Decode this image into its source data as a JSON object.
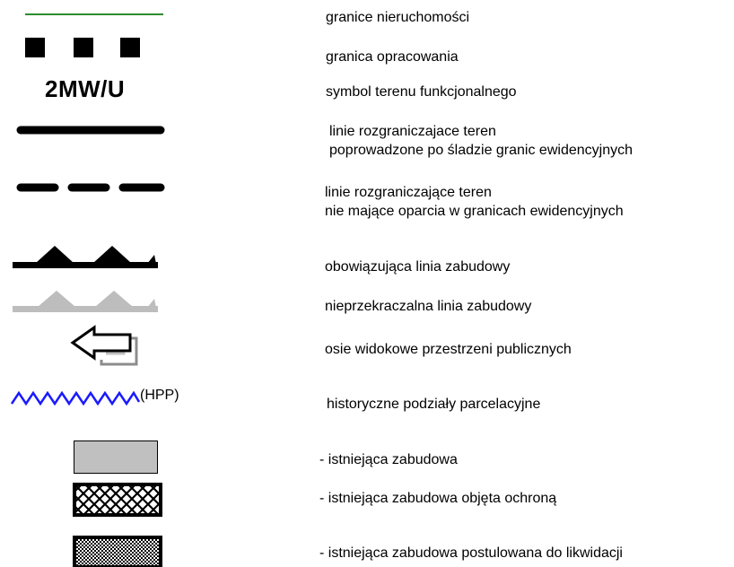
{
  "legend": {
    "items": [
      {
        "id": "property-boundary",
        "lines": [
          "granice nieruchomości"
        ],
        "color": "#2e8b2e"
      },
      {
        "id": "study-boundary",
        "lines": [
          "granica opracowania"
        ]
      },
      {
        "id": "function-symbol",
        "symbol_text": "2MW/U",
        "lines": [
          "symbol terenu funkcjonalnego"
        ]
      },
      {
        "id": "solid-dividing-line",
        "lines": [
          "linie rozgraniczajace teren",
          "poprowadzone po śladzie granic ewidencyjnych"
        ]
      },
      {
        "id": "dashed-dividing-line",
        "lines": [
          "linie rozgraniczające teren",
          "nie mające oparcia w granicach ewidencyjnych"
        ]
      },
      {
        "id": "mandatory-building-line",
        "lines": [
          "obowiązująca linia zabudowy"
        ]
      },
      {
        "id": "nonexceedable-building-line",
        "lines": [
          "nieprzekraczalna linia zabudowy"
        ],
        "color": "#bdbdbd"
      },
      {
        "id": "view-axes",
        "lines": [
          "osie widokowe przestrzeni publicznych"
        ]
      },
      {
        "id": "historic-parcel-divisions",
        "symbol_text": "(HPP)",
        "lines": [
          "historyczne podziały parcelacyjne"
        ],
        "color": "#1a1aff"
      },
      {
        "id": "existing-buildings",
        "lines": [
          "- istniejąca zabudowa"
        ],
        "color": "#c0c0c0"
      },
      {
        "id": "protected-buildings",
        "lines": [
          "- istniejąca zabudowa objęta ochroną"
        ]
      },
      {
        "id": "buildings-to-demolish",
        "lines": [
          "- istniejąca zabudowa postulowana do likwidacji"
        ]
      }
    ]
  }
}
